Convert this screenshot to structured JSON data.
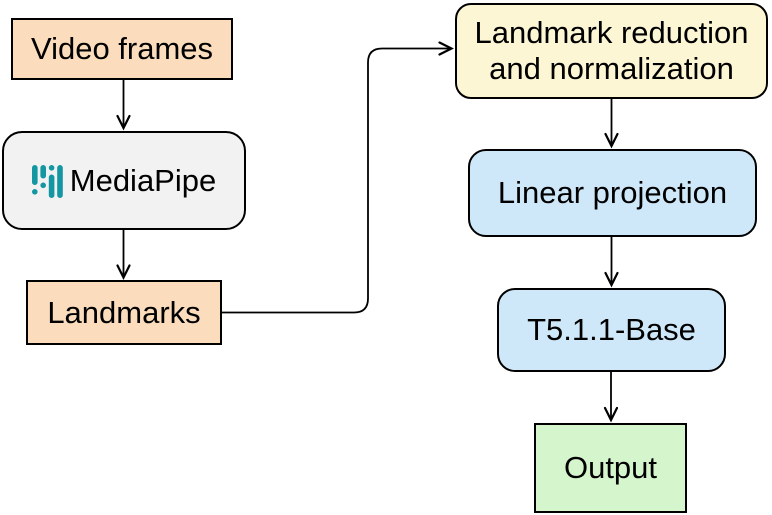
{
  "diagram": {
    "type": "flowchart",
    "background": "#ffffff",
    "border_color": "#000000",
    "edge_color": "#000000",
    "nodes": [
      {
        "id": "video-frames",
        "label": "Video frames",
        "shape": "rectangle",
        "fill": "#fbdcbc"
      },
      {
        "id": "mediapipe",
        "label": "MediaPipe",
        "shape": "rounded-rectangle",
        "fill": "#f2f2f2",
        "icon": "mediapipe-logo",
        "icon_color": "#1496a3"
      },
      {
        "id": "landmarks",
        "label": "Landmarks",
        "shape": "rectangle",
        "fill": "#fbdcbc"
      },
      {
        "id": "landmark-reduction",
        "label": "Landmark reduction and normalization",
        "shape": "rounded-rectangle",
        "fill": "#fcf6d4"
      },
      {
        "id": "linear-projection",
        "label": "Linear projection",
        "shape": "rounded-rectangle",
        "fill": "#cfe8f9"
      },
      {
        "id": "t5-base",
        "label": "T5.1.1-Base",
        "shape": "rounded-rectangle",
        "fill": "#cfe8f9"
      },
      {
        "id": "output",
        "label": "Output",
        "shape": "rectangle",
        "fill": "#d5f6cd"
      }
    ],
    "edges": [
      {
        "from": "video-frames",
        "to": "mediapipe",
        "style": "straight-down"
      },
      {
        "from": "mediapipe",
        "to": "landmarks",
        "style": "straight-down"
      },
      {
        "from": "landmarks",
        "to": "landmark-reduction",
        "style": "right-up-right elbow"
      },
      {
        "from": "landmark-reduction",
        "to": "linear-projection",
        "style": "straight-down"
      },
      {
        "from": "linear-projection",
        "to": "t5-base",
        "style": "straight-down"
      },
      {
        "from": "t5-base",
        "to": "output",
        "style": "straight-down"
      }
    ]
  }
}
